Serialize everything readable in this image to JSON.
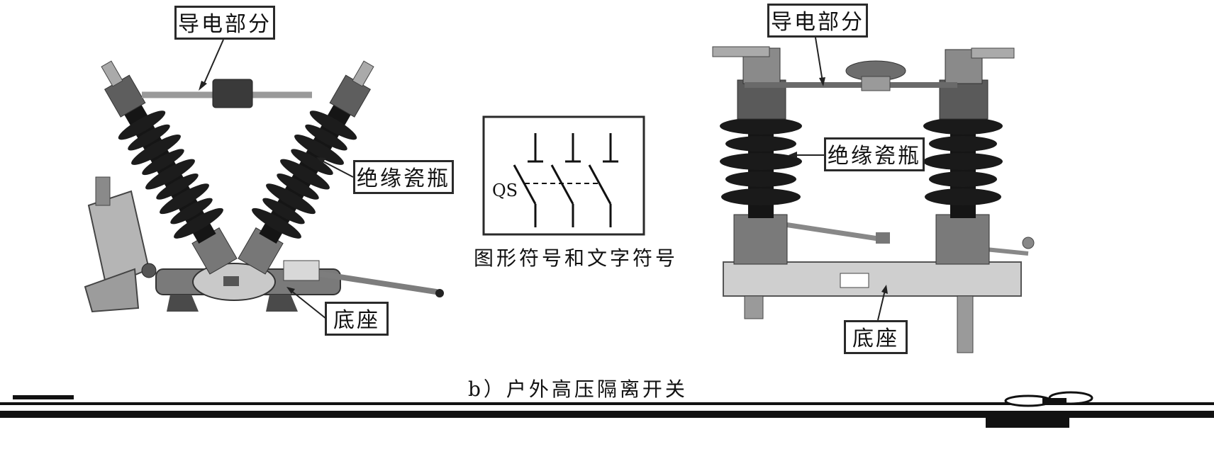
{
  "left_device": {
    "label_conductive": "导电部分",
    "label_insulator": "绝缘瓷瓶",
    "label_base": "底座"
  },
  "symbol": {
    "designator": "QS",
    "caption": "图形符号和文字符号"
  },
  "right_device": {
    "label_conductive": "导电部分",
    "label_insulator": "绝缘瓷瓶",
    "label_base": "底座"
  },
  "figure_caption": "b）户外高压隔离开关",
  "colors": {
    "porcelain": "#1c1c1c",
    "metal": "#9a9a9a",
    "base": "#c8c8c8",
    "frame": "#2a2a2a"
  }
}
